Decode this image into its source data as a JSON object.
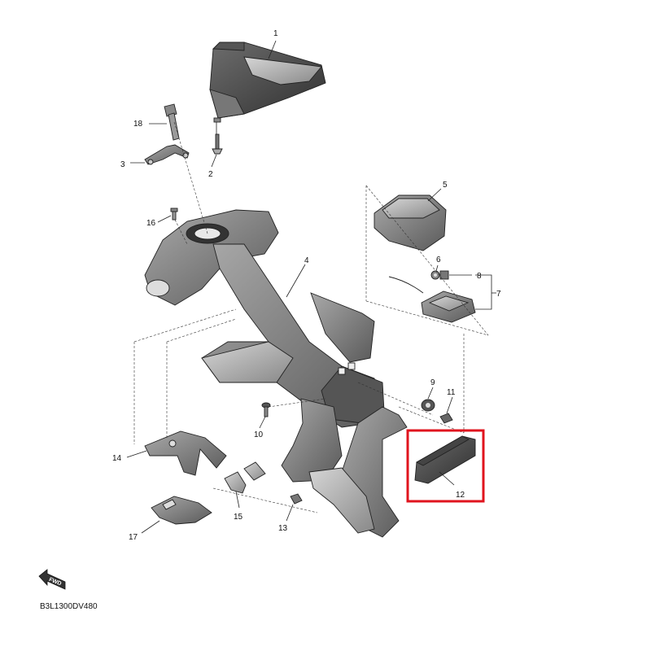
{
  "callouts": {
    "p1": "1",
    "p2": "2",
    "p3": "3",
    "p4": "4",
    "p5": "5",
    "p6": "6",
    "p7": "7",
    "p8": "8",
    "p9": "9",
    "p10": "10",
    "p11": "11",
    "p12": "12",
    "p13": "13",
    "p14": "14",
    "p15": "15",
    "p16": "16",
    "p17": "17",
    "p18": "18"
  },
  "direction_label": "FWD",
  "diagram_code": "B3L1300DV480",
  "highlight_color": "#e0141e"
}
